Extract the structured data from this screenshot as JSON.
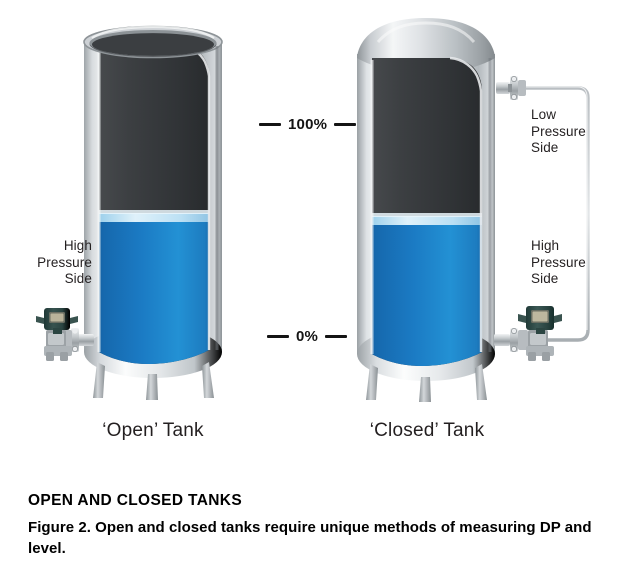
{
  "figure": {
    "title": "OPEN AND CLOSED TANKS",
    "caption": "Figure 2. Open and closed tanks require unique methods of measuring DP and level."
  },
  "markers": {
    "top": "100%",
    "bottom": "0%"
  },
  "open_tank": {
    "caption": "‘Open’ Tank",
    "transmitter_label": "High\nPressure\nSide"
  },
  "closed_tank": {
    "caption": "‘Closed’ Tank",
    "low_side_label": "Low\nPressure\nSide",
    "high_side_label": "High\nPressure\nSide"
  },
  "colors": {
    "liquid_blue": "#1565a8",
    "liquid_blue_light": "#2196d8",
    "liquid_surface": "#bfe4f5",
    "shell_light": "#ffffff",
    "shell_mid": "#c8ccd0",
    "shell_dark": "#9aa0a4",
    "interior_dark": "#3a3d40",
    "transmitter": "#2d4a47",
    "text": "#231f20"
  }
}
